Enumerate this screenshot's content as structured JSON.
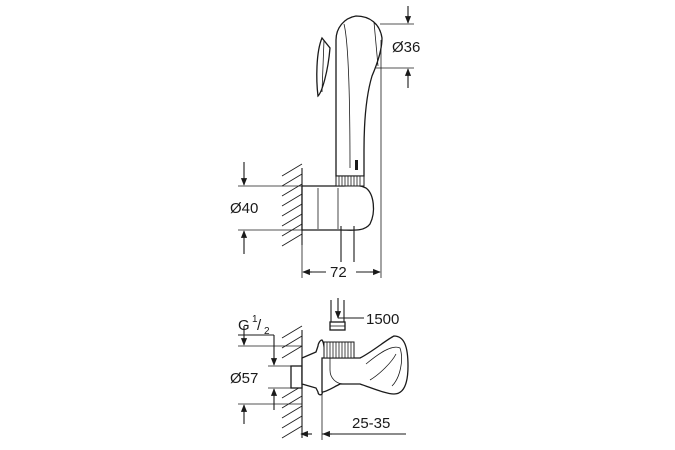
{
  "labels": {
    "spray_diameter": "Ø36",
    "holder_diameter": "Ø40",
    "holder_projection": "72",
    "hose_length": "1500",
    "thread_main": "G",
    "thread_num": "1",
    "thread_den": "2",
    "rosette_diameter": "Ø57",
    "valve_projection": "25-35"
  },
  "colors": {
    "line": "#1a1a1a",
    "background": "#ffffff"
  }
}
